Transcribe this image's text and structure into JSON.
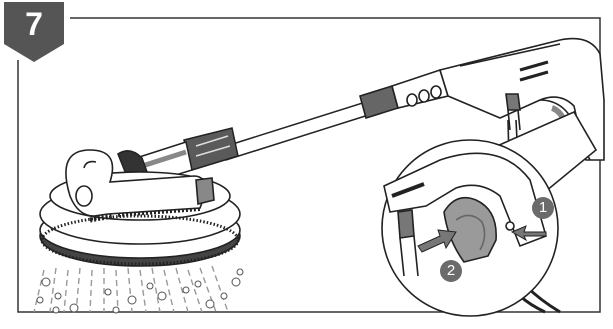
{
  "step": {
    "number": "7"
  },
  "callouts": [
    {
      "label": "1"
    },
    {
      "label": "2"
    }
  ],
  "colors": {
    "badge": "#555555",
    "frame": "#333333",
    "line": "#222222",
    "callout": "#6b6b6b",
    "shade": "#9a9a9a"
  },
  "icons": {
    "step_badge": "pentagon-badge-icon",
    "press_arrow": "arrow-icon"
  }
}
